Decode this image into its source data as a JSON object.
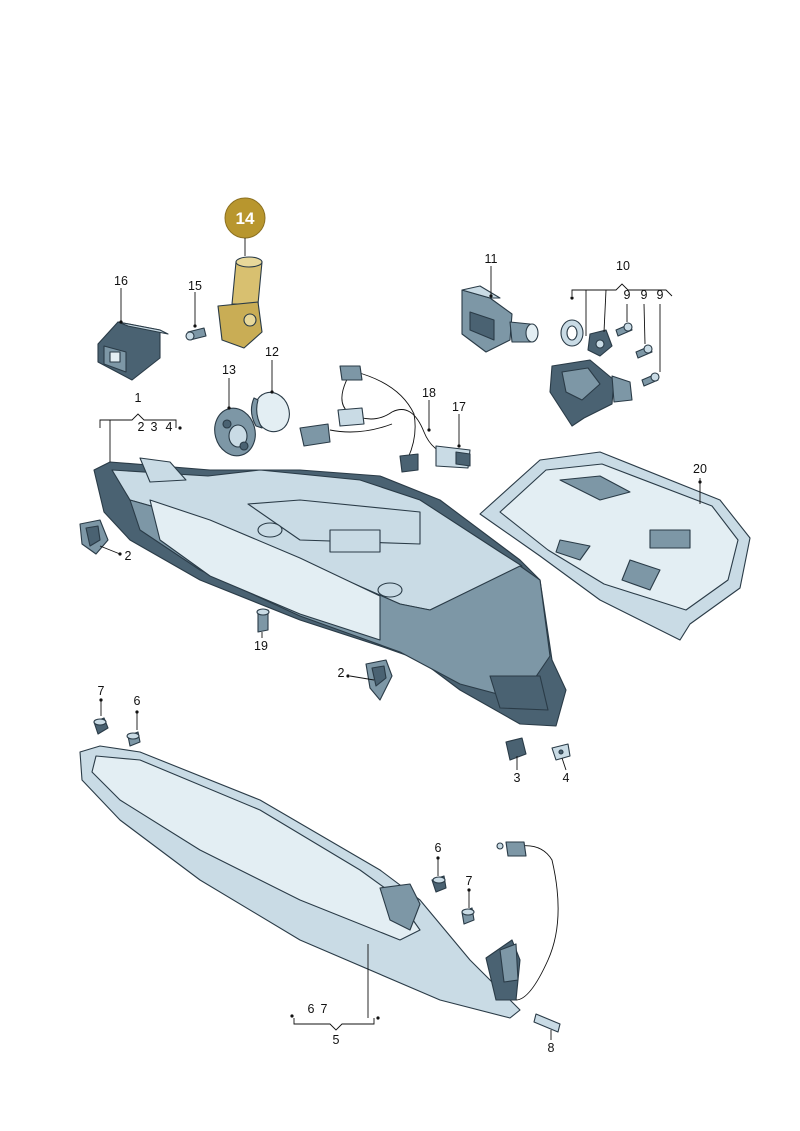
{
  "highlight": {
    "number": "14",
    "color": "#b8962e",
    "part_color": "#d8c070"
  },
  "labels": {
    "p1": "1",
    "p2a": "2",
    "p2b": "2",
    "p3a": "3",
    "p3b": "3",
    "p4a": "4",
    "p4b": "4",
    "p5": "5",
    "p6a": "6",
    "p6b": "6",
    "p6c": "6",
    "p7a": "7",
    "p7b": "7",
    "p7c": "7",
    "p8": "8",
    "p9a": "9",
    "p9b": "9",
    "p9c": "9",
    "p10": "10",
    "p11": "11",
    "p12": "12",
    "p13": "13",
    "p15": "15",
    "p16": "16",
    "p17": "17",
    "p18": "18",
    "p19": "19",
    "p20": "20"
  }
}
